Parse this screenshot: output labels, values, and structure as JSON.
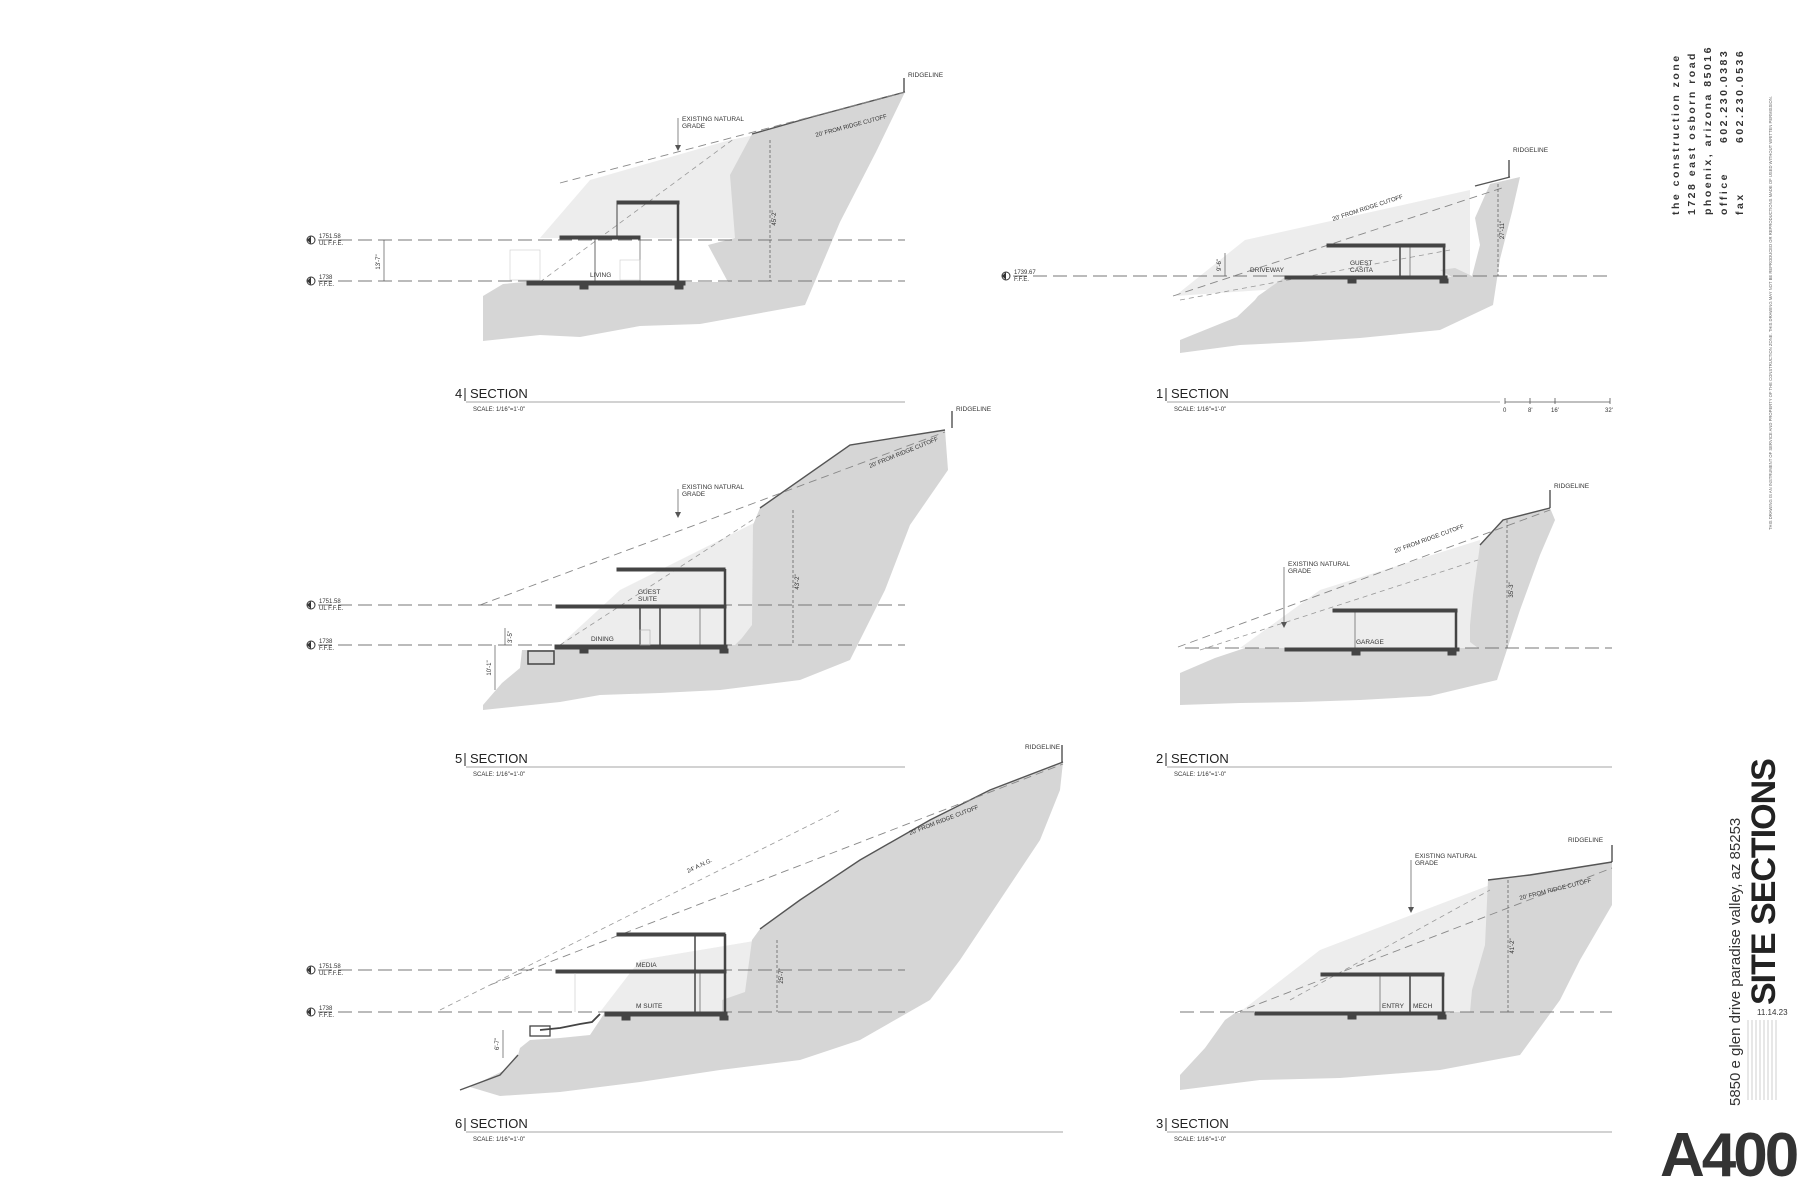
{
  "office": {
    "firm": "the construction zone",
    "address1": "1728 east osborn road",
    "address2": "phoenix, arizona 85016",
    "office_label": "office",
    "office_phone": "602.230.0383",
    "fax_label": "fax",
    "fax_phone": "602.230.0536",
    "disclaimer": "THIS DRAWING IS AN INSTRUMENT OF SERVICE AND PROPERTY OF THE CONSTRUCTION ZONE. THIS DRAWING MAY NOT BE REPRODUCED OR REPRODUCTIONS MADE OF USED WITHOUT WRITTEN PERMISSION."
  },
  "project": {
    "address": "5850 e glen drive  paradise valley, az 85253",
    "sheet_title": "SITE SECTIONS",
    "date": "11.14.23",
    "sheet_number": "A400"
  },
  "scale_bar": {
    "ticks": [
      "0",
      "8'",
      "16'",
      "32'"
    ]
  },
  "sections": [
    {
      "id": "4",
      "title": "SECTION",
      "scale": "SCALE: 1/16\"=1'-0\"",
      "ridgeline": "RIDGELINE",
      "cutoff": "20' FROM RIDGE CUTOFF",
      "natural_grade": [
        "EXISTING NATURAL",
        "GRADE"
      ],
      "rooms": [
        "LIVING"
      ],
      "dims": [
        "45'-2\"",
        "13'-7\""
      ],
      "levels": [
        {
          "elev": "1751.58",
          "label": "UL F.F.E."
        },
        {
          "elev": "1738",
          "label": "F.F.E."
        }
      ]
    },
    {
      "id": "1",
      "title": "SECTION",
      "scale": "SCALE: 1/16\"=1'-0\"",
      "ridgeline": "RIDGELINE",
      "cutoff": "20' FROM RIDGE CUTOFF",
      "rooms": [
        "DRIVEWAY",
        "GUEST",
        "CASITA"
      ],
      "dims": [
        "27'-11\"",
        "9'-6\""
      ],
      "levels": [
        {
          "elev": "1739.67",
          "label": "F.F.E."
        }
      ]
    },
    {
      "id": "5",
      "title": "SECTION",
      "scale": "SCALE: 1/16\"=1'-0\"",
      "ridgeline": "RIDGELINE",
      "cutoff": "20' FROM RIDGE CUTOFF",
      "natural_grade": [
        "EXISTING NATURAL",
        "GRADE"
      ],
      "rooms": [
        "GUEST",
        "SUITE",
        "DINING"
      ],
      "dims": [
        "43'-2\"",
        "3'-5\"",
        "10'-1\""
      ],
      "levels": [
        {
          "elev": "1751.58",
          "label": "UL F.F.E."
        },
        {
          "elev": "1738",
          "label": "F.F.E."
        }
      ]
    },
    {
      "id": "2",
      "title": "SECTION",
      "scale": "SCALE: 1/16\"=1'-0\"",
      "ridgeline": "RIDGELINE",
      "cutoff": "20' FROM RIDGE CUTOFF",
      "natural_grade": [
        "EXISTING NATURAL",
        "GRADE"
      ],
      "rooms": [
        "GARAGE"
      ],
      "dims": [
        "35'-3\""
      ]
    },
    {
      "id": "6",
      "title": "SECTION",
      "scale": "SCALE: 1/16\"=1'-0\"",
      "ridgeline": "RIDGELINE",
      "cutoff": "20' FROM RIDGE CUTOFF",
      "ang": "24' A.N.G.",
      "rooms": [
        "MEDIA",
        "M SUITE"
      ],
      "dims": [
        "25'-7\"",
        "6'-7\""
      ],
      "levels": [
        {
          "elev": "1751.58",
          "label": "UL F.F.E."
        },
        {
          "elev": "1738",
          "label": "F.F.E."
        }
      ]
    },
    {
      "id": "3",
      "title": "SECTION",
      "scale": "SCALE: 1/16\"=1'-0\"",
      "ridgeline": "RIDGELINE",
      "cutoff": "20' FROM RIDGE CUTOFF",
      "natural_grade": [
        "EXISTING NATURAL",
        "GRADE"
      ],
      "rooms": [
        "ENTRY",
        "MECH"
      ],
      "dims": [
        "41'-2\""
      ]
    }
  ],
  "colors": {
    "ground": "#d6d6d6",
    "light_fill": "#ededed",
    "structure": "#444444",
    "line": "#555555"
  }
}
